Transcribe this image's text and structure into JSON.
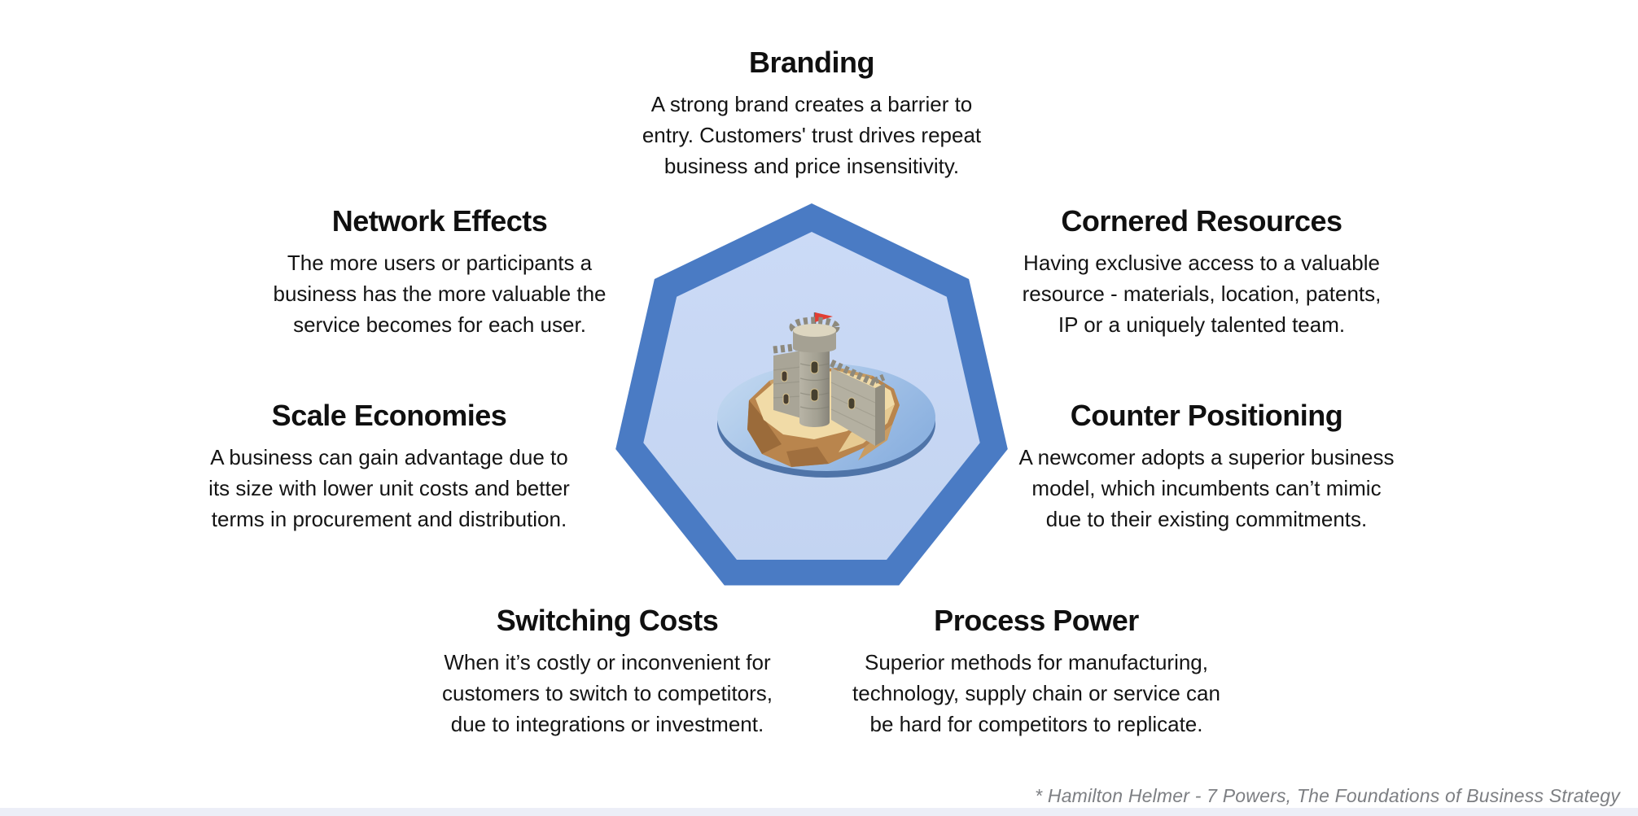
{
  "colors": {
    "heptagon_border": "#4a7bc4",
    "heptagon_fill": "#c7d7f4",
    "text": "#121212",
    "attribution_text": "#7d7f83",
    "flag_red": "#e23e33",
    "water_light": "#c3d9f0",
    "water_deep": "#8db2e0",
    "sand": "#f1dba7",
    "cliff_brown": "#b9854d",
    "stone_light": "#b4b0a1",
    "stone_dark": "#8e8a7d",
    "bottom_strip": "#eceef7"
  },
  "powers": [
    {
      "id": "branding",
      "title": "Branding",
      "description": "A strong brand creates a barrier to\nentry. Customers' trust drives repeat\nbusiness and price insensitivity."
    },
    {
      "id": "network-effects",
      "title": "Network Effects",
      "description": "The more users or participants a\nbusiness has the more valuable the\nservice becomes for each user."
    },
    {
      "id": "cornered-resources",
      "title": "Cornered Resources",
      "description": "Having exclusive access to a valuable\nresource - materials, location, patents,\nIP or a uniquely talented team."
    },
    {
      "id": "scale-economies",
      "title": "Scale Economies",
      "description": "A business can gain advantage due to\nits size with lower unit costs and better\nterms in procurement and distribution."
    },
    {
      "id": "counter-positioning",
      "title": "Counter Positioning",
      "description": "A newcomer adopts a superior business\nmodel, which incumbents can’t mimic\ndue to their existing commitments."
    },
    {
      "id": "switching-costs",
      "title": "Switching Costs",
      "description": "When it’s costly or inconvenient for\ncustomers to switch to competitors,\ndue to integrations or investment."
    },
    {
      "id": "process-power",
      "title": "Process Power",
      "description": "Superior methods for manufacturing,\ntechnology, supply chain or service can\nbe hard for competitors to replicate."
    }
  ],
  "illustration": {
    "name": "castle-on-island-inside-heptagon"
  },
  "attribution": "* Hamilton Helmer - 7 Powers, The Foundations of Business Strategy"
}
